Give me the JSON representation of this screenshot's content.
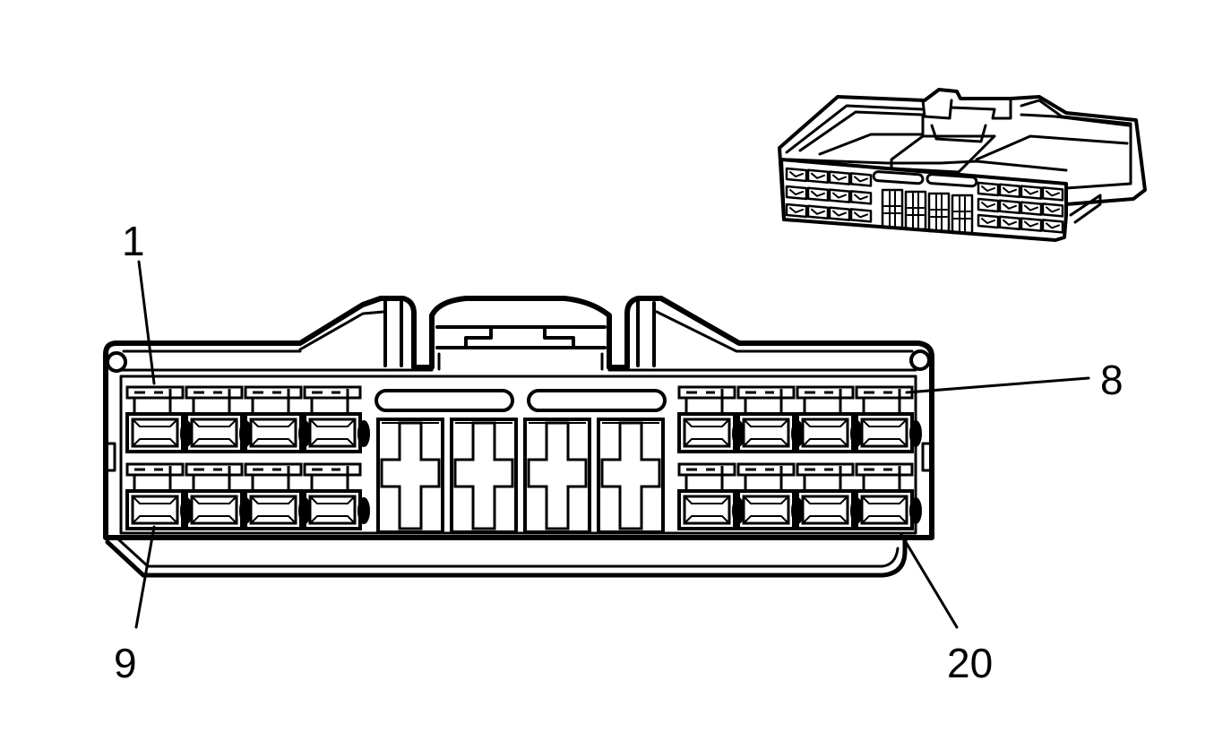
{
  "diagram": {
    "pin_labels": {
      "first_top": "1",
      "last_top": "8",
      "first_bottom": "9",
      "last_bottom": "20"
    },
    "colors": {
      "ink": "#000000",
      "paper": "#ffffff"
    },
    "cavities": {
      "small_top_row_per_side": 4,
      "small_bottom_row_per_side": 4,
      "large_center": 4
    }
  }
}
